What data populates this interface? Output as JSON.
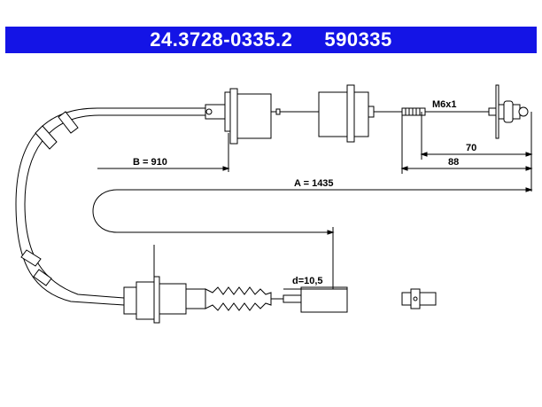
{
  "header": {
    "part_number": "24.3728-0335.2",
    "ref_number": "590335",
    "background": "#1414e6"
  },
  "dimensions": {
    "thread": "M6x1",
    "dim_70": "70",
    "dim_88": "88",
    "dim_b": "B = 910",
    "dim_a": "A = 1435",
    "dim_d": "d=10,5"
  }
}
